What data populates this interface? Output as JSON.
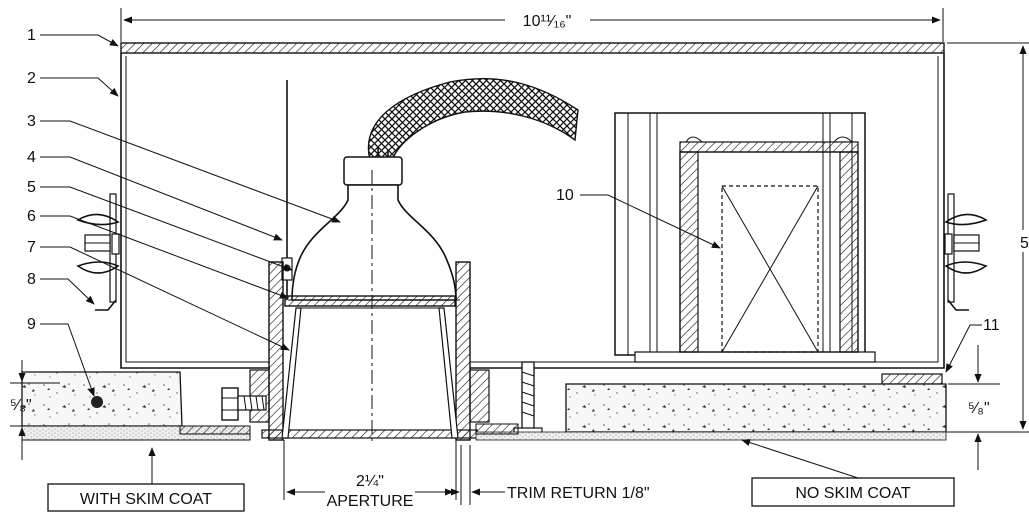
{
  "dimensions": {
    "top_width": "10¹¹⁄₁₆\"",
    "height": "5",
    "left_thickness": "⁵⁄₈\"",
    "right_thickness": "⁵⁄₈\"",
    "aperture_size": "2¼\"",
    "aperture_label": "APERTURE",
    "trim_return": "TRIM RETURN 1/8\""
  },
  "callouts": [
    "1",
    "2",
    "3",
    "4",
    "5",
    "6",
    "7",
    "8",
    "9",
    "10",
    "11"
  ],
  "labels": {
    "with_skim_coat": "WITH SKIM COAT",
    "no_skim_coat": "NO SKIM COAT"
  }
}
